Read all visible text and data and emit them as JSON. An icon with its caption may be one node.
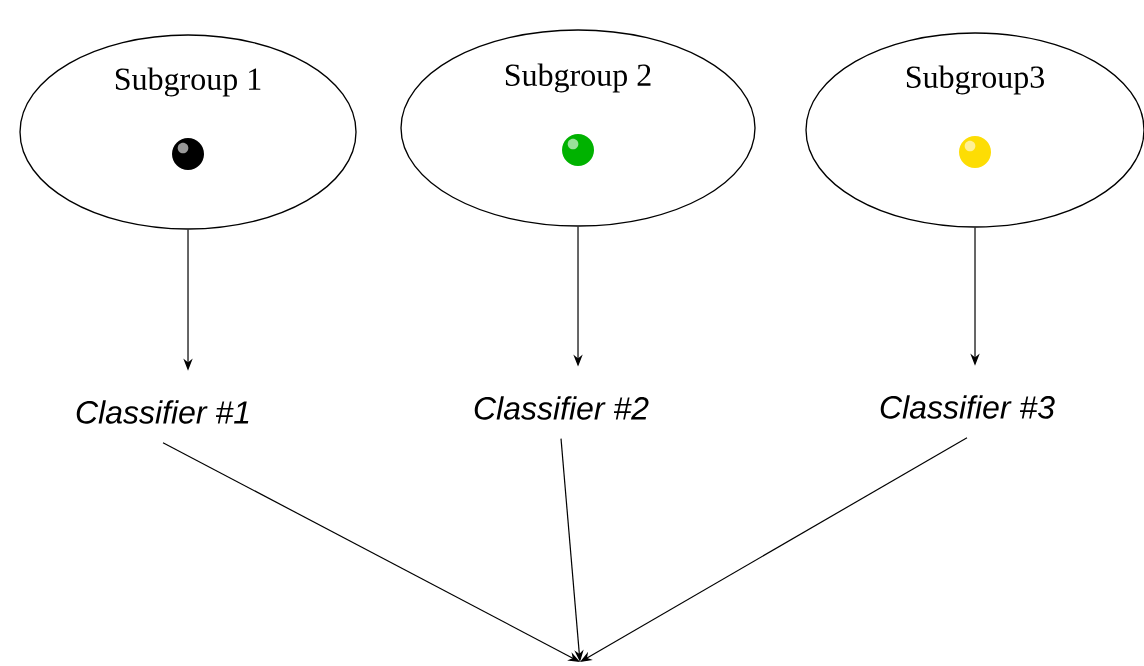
{
  "diagram": {
    "nodes": [
      {
        "text": [
          "Subgroup 1"
        ]
      },
      {
        "text": [
          "Subgroup 2"
        ]
      },
      {
        "text": [
          "Subgroup3"
        ]
      },
      {
        "text": [
          "Classifier #1"
        ]
      },
      {
        "text": [
          "Classifier #2"
        ]
      },
      {
        "text": [
          "Classifier #3"
        ]
      }
    ],
    "edges": [
      {
        "from": 0,
        "to": 3,
        "arrow": "to"
      },
      {
        "from": 1,
        "to": 4,
        "arrow": "to"
      },
      {
        "from": 2,
        "to": 5,
        "arrow": "to"
      },
      {
        "from": 3,
        "to": null,
        "arrow": "to"
      },
      {
        "from": 4,
        "to": null,
        "arrow": "to"
      },
      {
        "from": 5,
        "to": null,
        "arrow": "to"
      }
    ]
  }
}
